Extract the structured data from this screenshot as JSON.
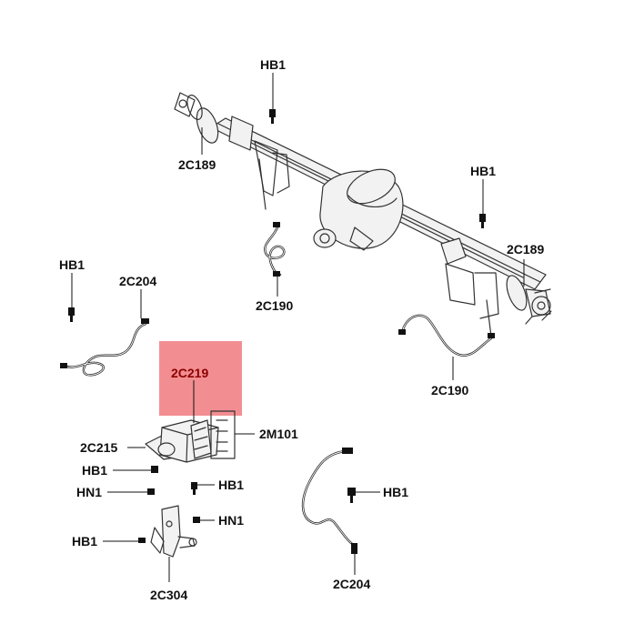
{
  "diagram": {
    "highlight_color": "#f07a7e",
    "callouts": {
      "hb1_top": "HB1",
      "c189_left": "2C189",
      "hb1_right": "HB1",
      "c189_right": "2C189",
      "c190_left": "2C190",
      "c190_right": "2C190",
      "hb1_left": "HB1",
      "c204_top": "2C204",
      "c219": "2C219",
      "c215": "2C215",
      "m101": "2M101",
      "hb1_a": "HB1",
      "hn1_a": "HN1",
      "hb1_b": "HB1",
      "hn1_b": "HN1",
      "hb1_c": "HB1",
      "c304": "2C304",
      "hb1_bottom_right": "HB1",
      "c204_bottom": "2C204"
    }
  }
}
